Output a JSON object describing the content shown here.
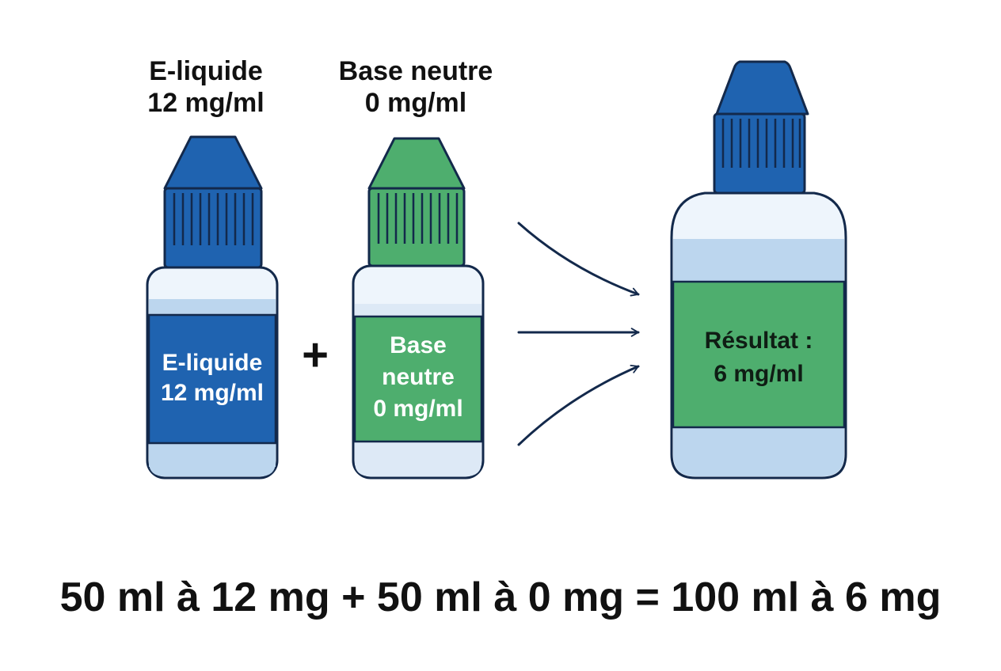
{
  "colors": {
    "outline": "#13294b",
    "blue_cap": "#1f63b0",
    "green_cap": "#4eae6e",
    "label_blue": "#1f63b0",
    "label_green": "#4eae6e",
    "liquid_light": "#bcd6ee",
    "bottle_body": "#eef5fc"
  },
  "bottles": [
    {
      "id": "e-liquide",
      "caption": [
        "E-liquide",
        "12 mg/ml"
      ],
      "label": [
        "E-liquide",
        "12 mg/ml"
      ]
    },
    {
      "id": "base-neutre",
      "caption": [
        "Base neutre",
        "0 mg/ml"
      ],
      "label": [
        "Base",
        "neutre",
        "0 mg/ml"
      ]
    },
    {
      "id": "resultat",
      "label": [
        "Résultat :",
        "6 mg/ml"
      ]
    }
  ],
  "operator": "+",
  "equation": "50 ml à 12 mg + 50 ml à 0 mg = 100 ml à 6 mg"
}
